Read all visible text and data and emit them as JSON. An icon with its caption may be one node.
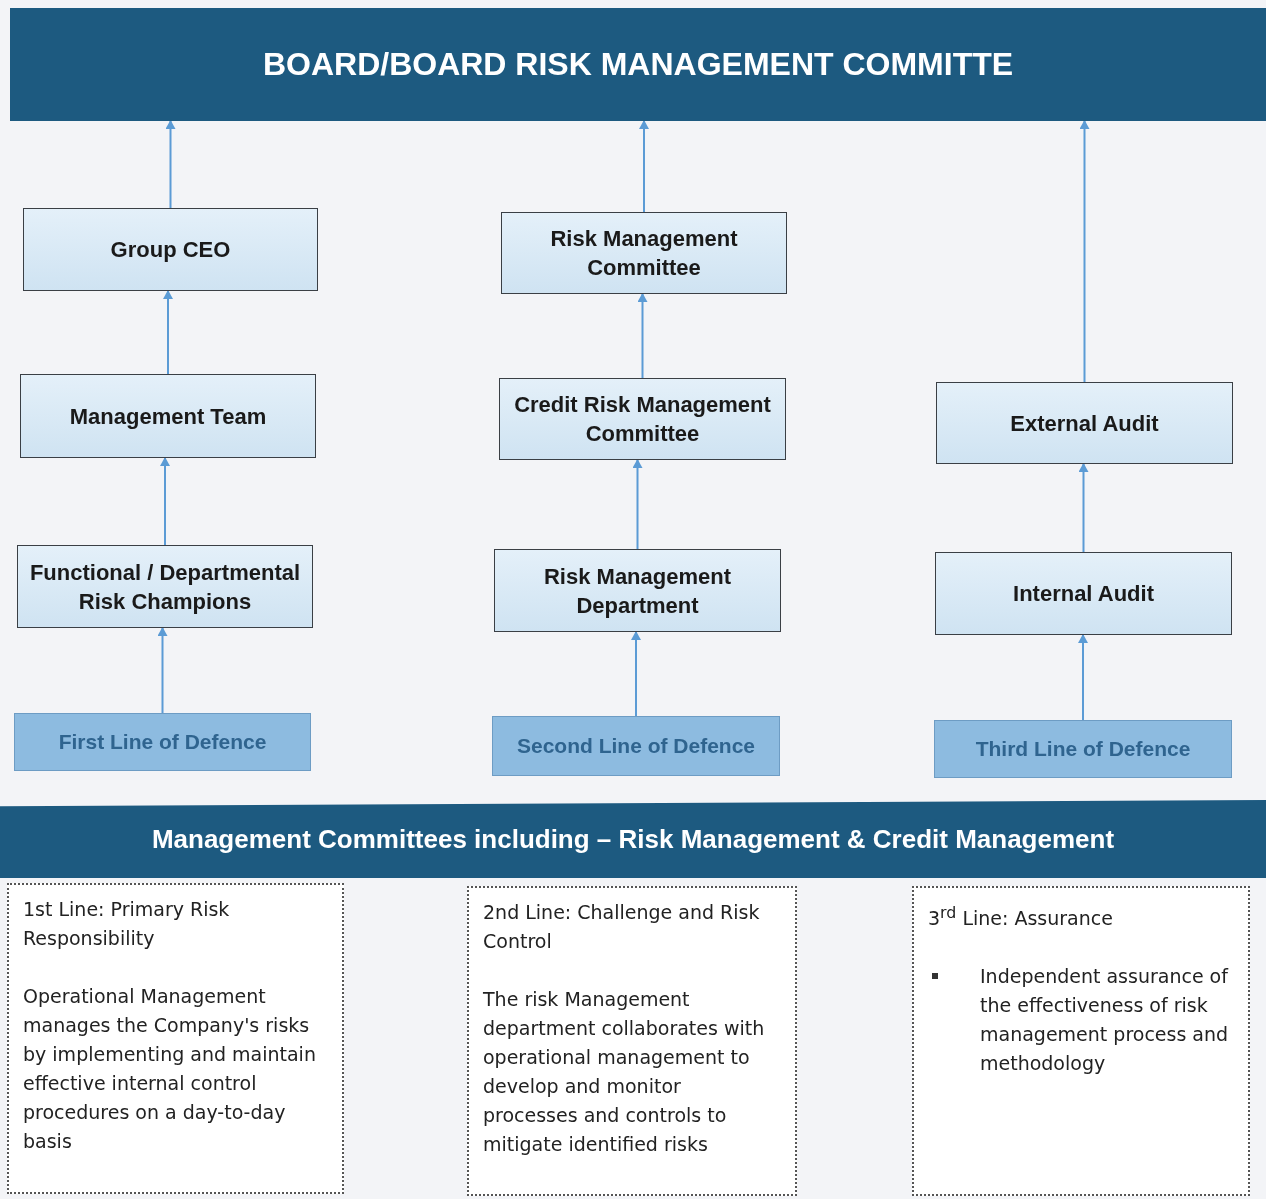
{
  "diagram": {
    "nodes": [
      {
        "text": [
          "BOARD/BOARD RISK MANAGEMENT COMMITTE"
        ]
      },
      {
        "text": [
          "Group CEO"
        ]
      },
      {
        "text": [
          "Risk Management Committee"
        ]
      },
      {
        "text": [
          "Management Team"
        ]
      },
      {
        "text": [
          "Credit Risk Management Committee"
        ]
      },
      {
        "text": [
          "External Audit"
        ]
      },
      {
        "text": [
          "Functional / Departmental Risk Champions"
        ]
      },
      {
        "text": [
          "Risk Management Department"
        ]
      },
      {
        "text": [
          "Internal Audit"
        ]
      },
      {
        "text": [
          "First Line of Defence"
        ]
      },
      {
        "text": [
          "Second Line of Defence"
        ]
      },
      {
        "text": [
          "Third Line of Defence"
        ]
      },
      {
        "text": [
          "Management Committees including – Risk Management & Credit Management"
        ]
      },
      {
        "text": [
          "1st Line: Primary Risk Responsibility",
          "Operational Management manages the Company's risks by implementing and maintain effective internal control procedures on a day-to-day basis"
        ]
      },
      {
        "text": [
          "2nd Line: Challenge and Risk Control",
          "The risk Management department collaborates with operational management to develop and monitor processes and controls to mitigate identified risks"
        ]
      },
      {
        "text": [
          "3$^{rd}$ Line: Assurance",
          "Independent assurance of the effectiveness of risk management process and methodology"
        ]
      }
    ],
    "edges": [
      {
        "from": 9,
        "to": 6,
        "arrow": "to"
      },
      {
        "from": 6,
        "to": 3,
        "arrow": "to"
      },
      {
        "from": 3,
        "to": 1,
        "arrow": "to"
      },
      {
        "from": 1,
        "to": 0,
        "arrow": "to"
      },
      {
        "from": 10,
        "to": 7,
        "arrow": "to"
      },
      {
        "from": 7,
        "to": 4,
        "arrow": "to"
      },
      {
        "from": 4,
        "to": 2,
        "arrow": "to"
      },
      {
        "from": 2,
        "to": 0,
        "arrow": "to"
      },
      {
        "from": 11,
        "to": 8,
        "arrow": "to"
      },
      {
        "from": 8,
        "to": 5,
        "arrow": "to"
      },
      {
        "from": 5,
        "to": 0,
        "arrow": "to"
      }
    ]
  }
}
